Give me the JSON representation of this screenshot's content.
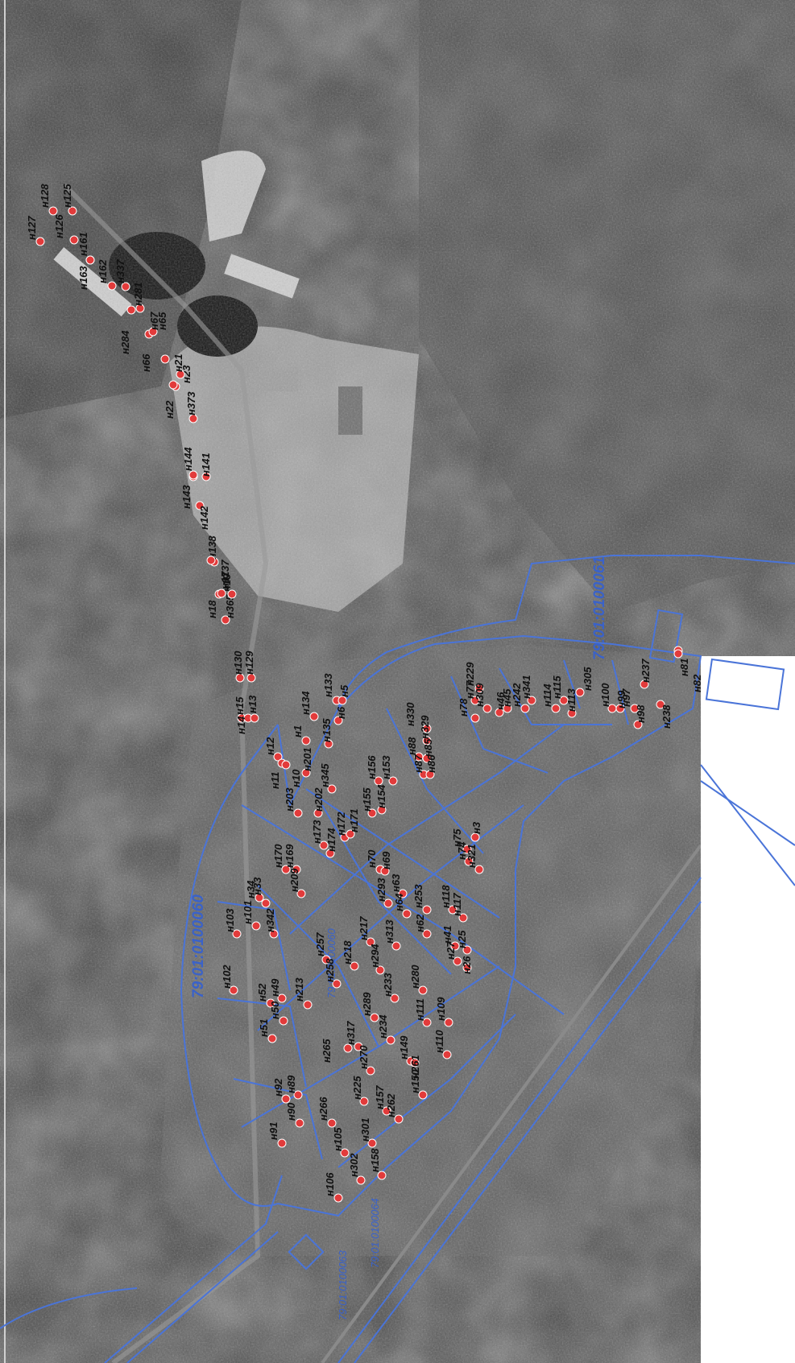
{
  "map": {
    "colors": {
      "boundary": "#4a74d8",
      "marker": "#e23b3b",
      "marker_stroke": "#ffffff",
      "label": "#111111",
      "imagery_dark": "#3b3b3b",
      "imagery_light": "#9a9a9a"
    },
    "cadastral_blocks": [
      {
        "id": "block-0060",
        "label": "79:01:0100060"
      },
      {
        "id": "block-0061",
        "label": "79:01:0100061"
      },
      {
        "id": "block-inner",
        "label": "79:01:0100060"
      },
      {
        "id": "block-0063",
        "label": "79:01:0100063"
      },
      {
        "id": "block-0064",
        "label": "79:01:0100064"
      }
    ],
    "points": [
      {
        "id": "н128",
        "label": "н128"
      },
      {
        "id": "н127",
        "label": "н127"
      },
      {
        "id": "н126",
        "label": "н126"
      },
      {
        "id": "н125",
        "label": "н125"
      },
      {
        "id": "н163",
        "label": "н163"
      },
      {
        "id": "н162",
        "label": "н162"
      },
      {
        "id": "н161",
        "label": "н161"
      },
      {
        "id": "н337",
        "label": "н337"
      },
      {
        "id": "н284",
        "label": "н284"
      },
      {
        "id": "н281",
        "label": "н281"
      },
      {
        "id": "н66",
        "label": "н66"
      },
      {
        "id": "н67",
        "label": "н67"
      },
      {
        "id": "н65",
        "label": "н65"
      },
      {
        "id": "н22",
        "label": "н22"
      },
      {
        "id": "н23",
        "label": "н23"
      },
      {
        "id": "н21",
        "label": "н21"
      },
      {
        "id": "н373",
        "label": "н373"
      },
      {
        "id": "н143",
        "label": "н143"
      },
      {
        "id": "н144",
        "label": "н144"
      },
      {
        "id": "н142",
        "label": "н142"
      },
      {
        "id": "н141",
        "label": "н141"
      },
      {
        "id": "н138",
        "label": "н138"
      },
      {
        "id": "н137",
        "label": "н137"
      },
      {
        "id": "н18",
        "label": "н18"
      },
      {
        "id": "н19",
        "label": "н19"
      },
      {
        "id": "н365",
        "label": "н365"
      },
      {
        "id": "н17",
        "label": "н17"
      },
      {
        "id": "н130",
        "label": "н130"
      },
      {
        "id": "н129",
        "label": "н129"
      },
      {
        "id": "н15",
        "label": "н15"
      },
      {
        "id": "н14",
        "label": "н14"
      },
      {
        "id": "н13",
        "label": "н13"
      },
      {
        "id": "н12",
        "label": "н12"
      },
      {
        "id": "н134",
        "label": "н134"
      },
      {
        "id": "н133",
        "label": "н133"
      },
      {
        "id": "н1",
        "label": "н1"
      },
      {
        "id": "н6",
        "label": "н6"
      },
      {
        "id": "н5",
        "label": "н5"
      },
      {
        "id": "н135",
        "label": "н135"
      },
      {
        "id": "н11",
        "label": "н11"
      },
      {
        "id": "н10",
        "label": "н10"
      },
      {
        "id": "н201",
        "label": "н201"
      },
      {
        "id": "н203",
        "label": "н203"
      },
      {
        "id": "н202",
        "label": "н202"
      },
      {
        "id": "н345",
        "label": "н345"
      },
      {
        "id": "н156",
        "label": "н156"
      },
      {
        "id": "н153",
        "label": "н153"
      },
      {
        "id": "н155",
        "label": "н155"
      },
      {
        "id": "н154",
        "label": "н154"
      },
      {
        "id": "н330",
        "label": "н330"
      },
      {
        "id": "н329",
        "label": "н329"
      },
      {
        "id": "н88",
        "label": "н88"
      },
      {
        "id": "н85",
        "label": "н85"
      },
      {
        "id": "н87",
        "label": "н87"
      },
      {
        "id": "н86",
        "label": "н86"
      },
      {
        "id": "н229",
        "label": "н229"
      },
      {
        "id": "н77",
        "label": "н77"
      },
      {
        "id": "н78",
        "label": "н78"
      },
      {
        "id": "н309",
        "label": "н309"
      },
      {
        "id": "н46",
        "label": "н46"
      },
      {
        "id": "н45",
        "label": "н45"
      },
      {
        "id": "н242",
        "label": "н242"
      },
      {
        "id": "н341",
        "label": "н341"
      },
      {
        "id": "н114",
        "label": "н114"
      },
      {
        "id": "н115",
        "label": "н115"
      },
      {
        "id": "н113",
        "label": "н113"
      },
      {
        "id": "н305",
        "label": "н305"
      },
      {
        "id": "н100",
        "label": "н100"
      },
      {
        "id": "н99",
        "label": "н99"
      },
      {
        "id": "н97",
        "label": "н97"
      },
      {
        "id": "н98",
        "label": "н98"
      },
      {
        "id": "н237",
        "label": "н237"
      },
      {
        "id": "н238",
        "label": "н238"
      },
      {
        "id": "н81",
        "label": "н81"
      },
      {
        "id": "н82",
        "label": "н82"
      },
      {
        "id": "н170",
        "label": "н170"
      },
      {
        "id": "н169",
        "label": "н169"
      },
      {
        "id": "н173",
        "label": "н173"
      },
      {
        "id": "н174",
        "label": "н174"
      },
      {
        "id": "н172",
        "label": "н172"
      },
      {
        "id": "н171",
        "label": "н171"
      },
      {
        "id": "н70",
        "label": "н70"
      },
      {
        "id": "н69",
        "label": "н69"
      },
      {
        "id": "н3",
        "label": "н3"
      },
      {
        "id": "н75",
        "label": "н75"
      },
      {
        "id": "н74",
        "label": "н74"
      },
      {
        "id": "н321",
        "label": "н321"
      },
      {
        "id": "н33",
        "label": "н33"
      },
      {
        "id": "н34",
        "label": "н34"
      },
      {
        "id": "н209",
        "label": "н209"
      },
      {
        "id": "н293",
        "label": "н293"
      },
      {
        "id": "н63",
        "label": "н63"
      },
      {
        "id": "н64",
        "label": "н64"
      },
      {
        "id": "н253",
        "label": "н253"
      },
      {
        "id": "н118",
        "label": "н118"
      },
      {
        "id": "н117",
        "label": "н117"
      },
      {
        "id": "н342",
        "label": "н342"
      },
      {
        "id": "н101",
        "label": "н101"
      },
      {
        "id": "н103",
        "label": "н103"
      },
      {
        "id": "н102",
        "label": "н102"
      },
      {
        "id": "н217",
        "label": "н217"
      },
      {
        "id": "н218",
        "label": "н218"
      },
      {
        "id": "н294",
        "label": "н294"
      },
      {
        "id": "н62",
        "label": "н62"
      },
      {
        "id": "н313",
        "label": "н313"
      },
      {
        "id": "н41",
        "label": "н41"
      },
      {
        "id": "н25",
        "label": "н25"
      },
      {
        "id": "н26",
        "label": "н26"
      },
      {
        "id": "н257",
        "label": "н257"
      },
      {
        "id": "н258",
        "label": "н258"
      },
      {
        "id": "н213",
        "label": "н213"
      },
      {
        "id": "н27",
        "label": "н27"
      },
      {
        "id": "н233",
        "label": "н233"
      },
      {
        "id": "н280",
        "label": "н280"
      },
      {
        "id": "н52",
        "label": "н52"
      },
      {
        "id": "н49",
        "label": "н49"
      },
      {
        "id": "н51",
        "label": "н51"
      },
      {
        "id": "н50",
        "label": "н50"
      },
      {
        "id": "н109",
        "label": "н109"
      },
      {
        "id": "н111",
        "label": "н111"
      },
      {
        "id": "н289",
        "label": "н289"
      },
      {
        "id": "н234",
        "label": "н234"
      },
      {
        "id": "н110",
        "label": "н110"
      },
      {
        "id": "н317",
        "label": "н317"
      },
      {
        "id": "н270",
        "label": "н270"
      },
      {
        "id": "н265",
        "label": "н265"
      },
      {
        "id": "н149",
        "label": "н149"
      },
      {
        "id": "н261",
        "label": "н261"
      },
      {
        "id": "н150",
        "label": "н150"
      },
      {
        "id": "н92",
        "label": "н92"
      },
      {
        "id": "н89",
        "label": "н89"
      },
      {
        "id": "н91",
        "label": "н91"
      },
      {
        "id": "н90",
        "label": "н90"
      },
      {
        "id": "н225",
        "label": "н225"
      },
      {
        "id": "н266",
        "label": "н266"
      },
      {
        "id": "н157",
        "label": "н157"
      },
      {
        "id": "н262",
        "label": "н262"
      },
      {
        "id": "н301",
        "label": "н301"
      },
      {
        "id": "н158",
        "label": "н158"
      },
      {
        "id": "н105",
        "label": "н105"
      },
      {
        "id": "н106",
        "label": "н106"
      },
      {
        "id": "н302",
        "label": "н302"
      }
    ]
  }
}
